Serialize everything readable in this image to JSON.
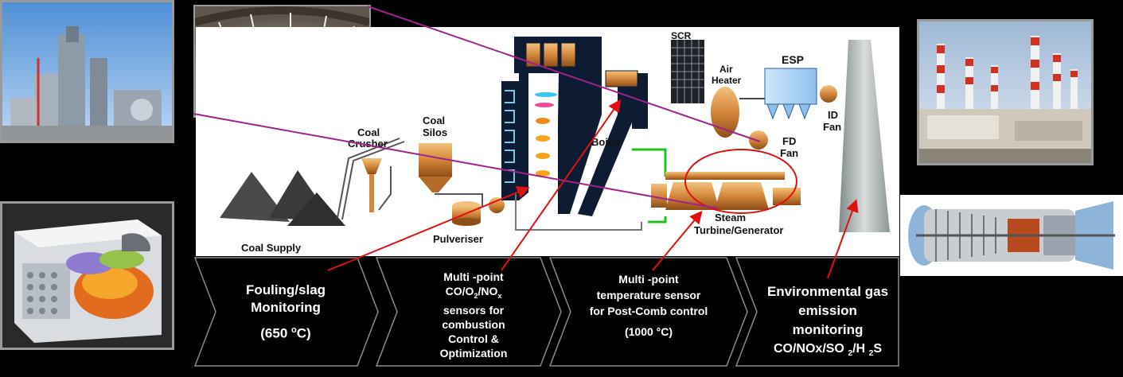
{
  "labels": {
    "coal_supply": "Coal Supply",
    "coal_crusher_1": "Coal",
    "coal_crusher_2": "Crusher",
    "coal_silos_1": "Coal",
    "coal_silos_2": "Silos",
    "pulveriser": "Pulveriser",
    "boiler": "Boiler",
    "scr": "SCR",
    "air_heater_1": "Air",
    "air_heater_2": "Heater",
    "esp": "ESP",
    "id_fan_1": "ID",
    "id_fan_2": "Fan",
    "fd_fan_1": "FD",
    "fd_fan_2": "Fan",
    "steam_1": "Steam",
    "steam_2": "Turbine/Generator"
  },
  "captions": {
    "c1": {
      "line1": "Fouling/slag",
      "line2": "Monitoring",
      "line3": "(650 ",
      "deg": "o",
      "unit": "C)"
    },
    "c2": {
      "line1": "Multi -point",
      "l2a": "CO/O",
      "l2b": "2",
      "l2c": "/NO",
      "l2d": "x",
      "line3": "sensors for",
      "line4": "combustion",
      "line5": "Control &",
      "line6": "Optimization"
    },
    "c3": {
      "line1": "Multi -point",
      "line2": "temperature sensor",
      "line3": "for Post-Comb control",
      "line4": "(1000 °C)"
    },
    "c4": {
      "line1": "Environmental gas",
      "line2": "emission",
      "line3": "monitoring",
      "l4a": "CO/NOx/SO ",
      "l4b": "2",
      "l4c": "/H ",
      "l4d": "2",
      "l4e": "S"
    }
  },
  "colors": {
    "pointer_red": "#e01010",
    "connector_magenta": "#a0228c",
    "panel_white": "#ffffff",
    "boiler_navy": "#0d1b33",
    "copper": "#c87a32"
  }
}
